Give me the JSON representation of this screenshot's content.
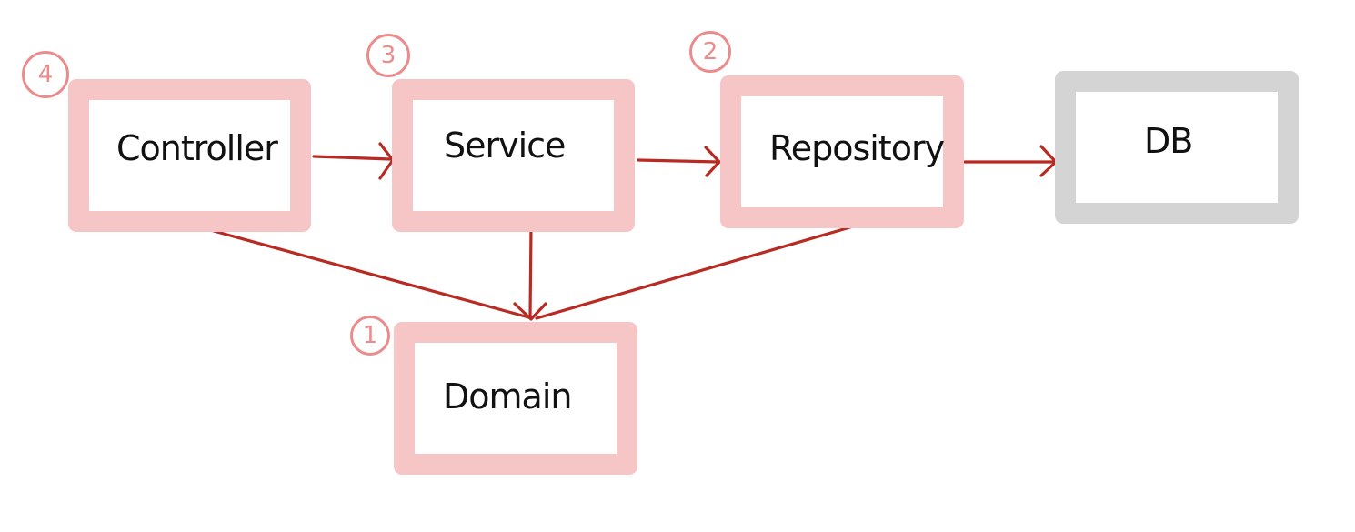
{
  "colors": {
    "layer_border": "#f5c6c5",
    "db_border": "#d4d4d4",
    "arrow": "#b82a22",
    "badge": "#eb8c8c"
  },
  "boxes": {
    "controller": {
      "label": "Controller",
      "step": "4"
    },
    "service": {
      "label": "Service",
      "step": "3"
    },
    "repository": {
      "label": "Repository",
      "step": "2"
    },
    "db": {
      "label": "DB"
    },
    "domain": {
      "label": "Domain",
      "step": "1"
    }
  },
  "edges": [
    {
      "from": "Controller",
      "to": "Service"
    },
    {
      "from": "Service",
      "to": "Repository"
    },
    {
      "from": "Repository",
      "to": "DB"
    },
    {
      "from": "Controller",
      "to": "Domain"
    },
    {
      "from": "Service",
      "to": "Domain"
    },
    {
      "from": "Repository",
      "to": "Domain"
    }
  ]
}
